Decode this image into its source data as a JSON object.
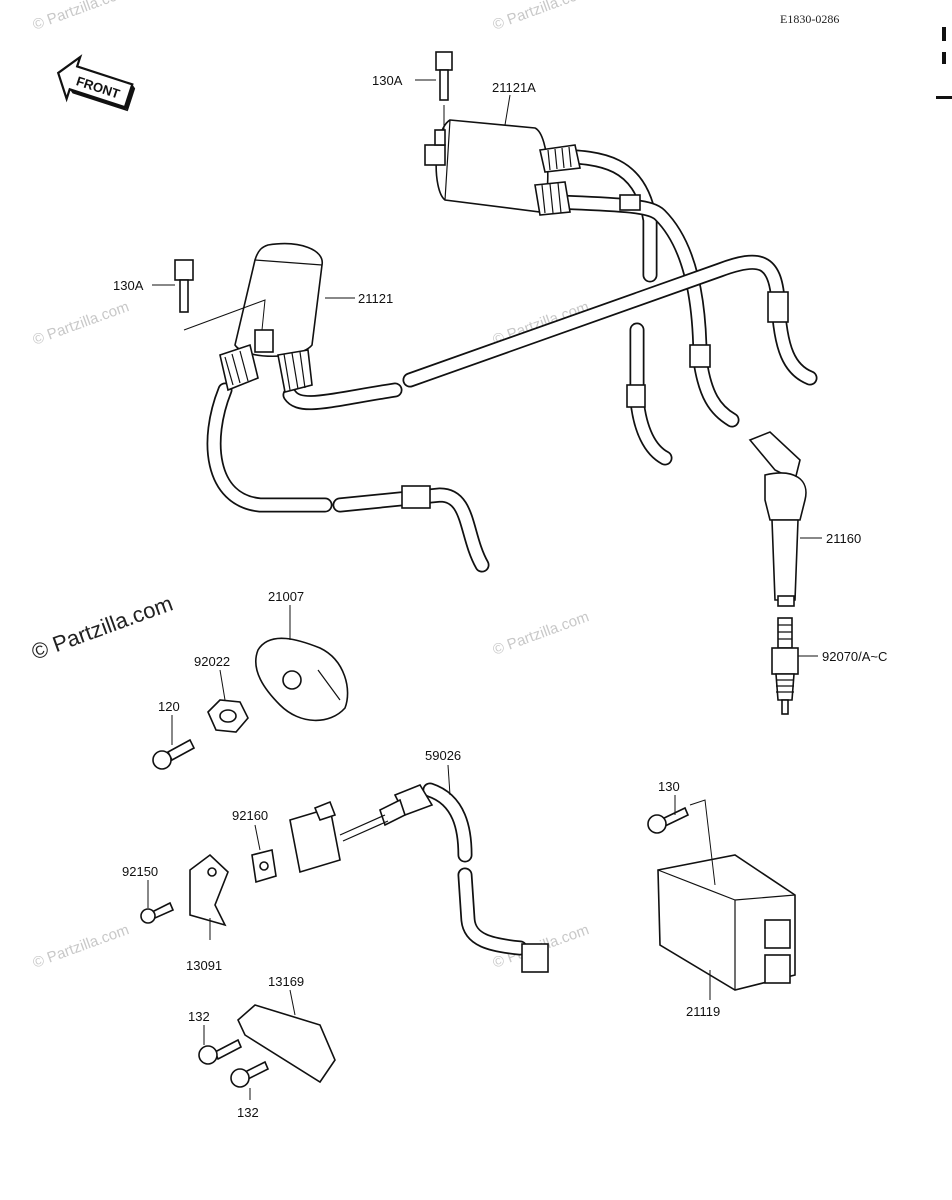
{
  "diagram_code": "E1830-0286",
  "front_label": "FRONT",
  "watermark_text": "© Partzilla.com",
  "parts": {
    "bolt_130A_a": "130A",
    "coil_21121A": "21121A",
    "bolt_130A_b": "130A",
    "coil_21121": "21121",
    "cap_21160": "21160",
    "plug_92070": "92070/A~C",
    "plate_21007": "21007",
    "nut_92022": "92022",
    "screw_120": "120",
    "harness_59026": "59026",
    "washer_92160": "92160",
    "screw_92150": "92150",
    "bracket_13091": "13091",
    "bolt_130": "130",
    "igniter_21119": "21119",
    "cover_13169": "13169",
    "bolt_132_a": "132",
    "bolt_132_b": "132"
  }
}
